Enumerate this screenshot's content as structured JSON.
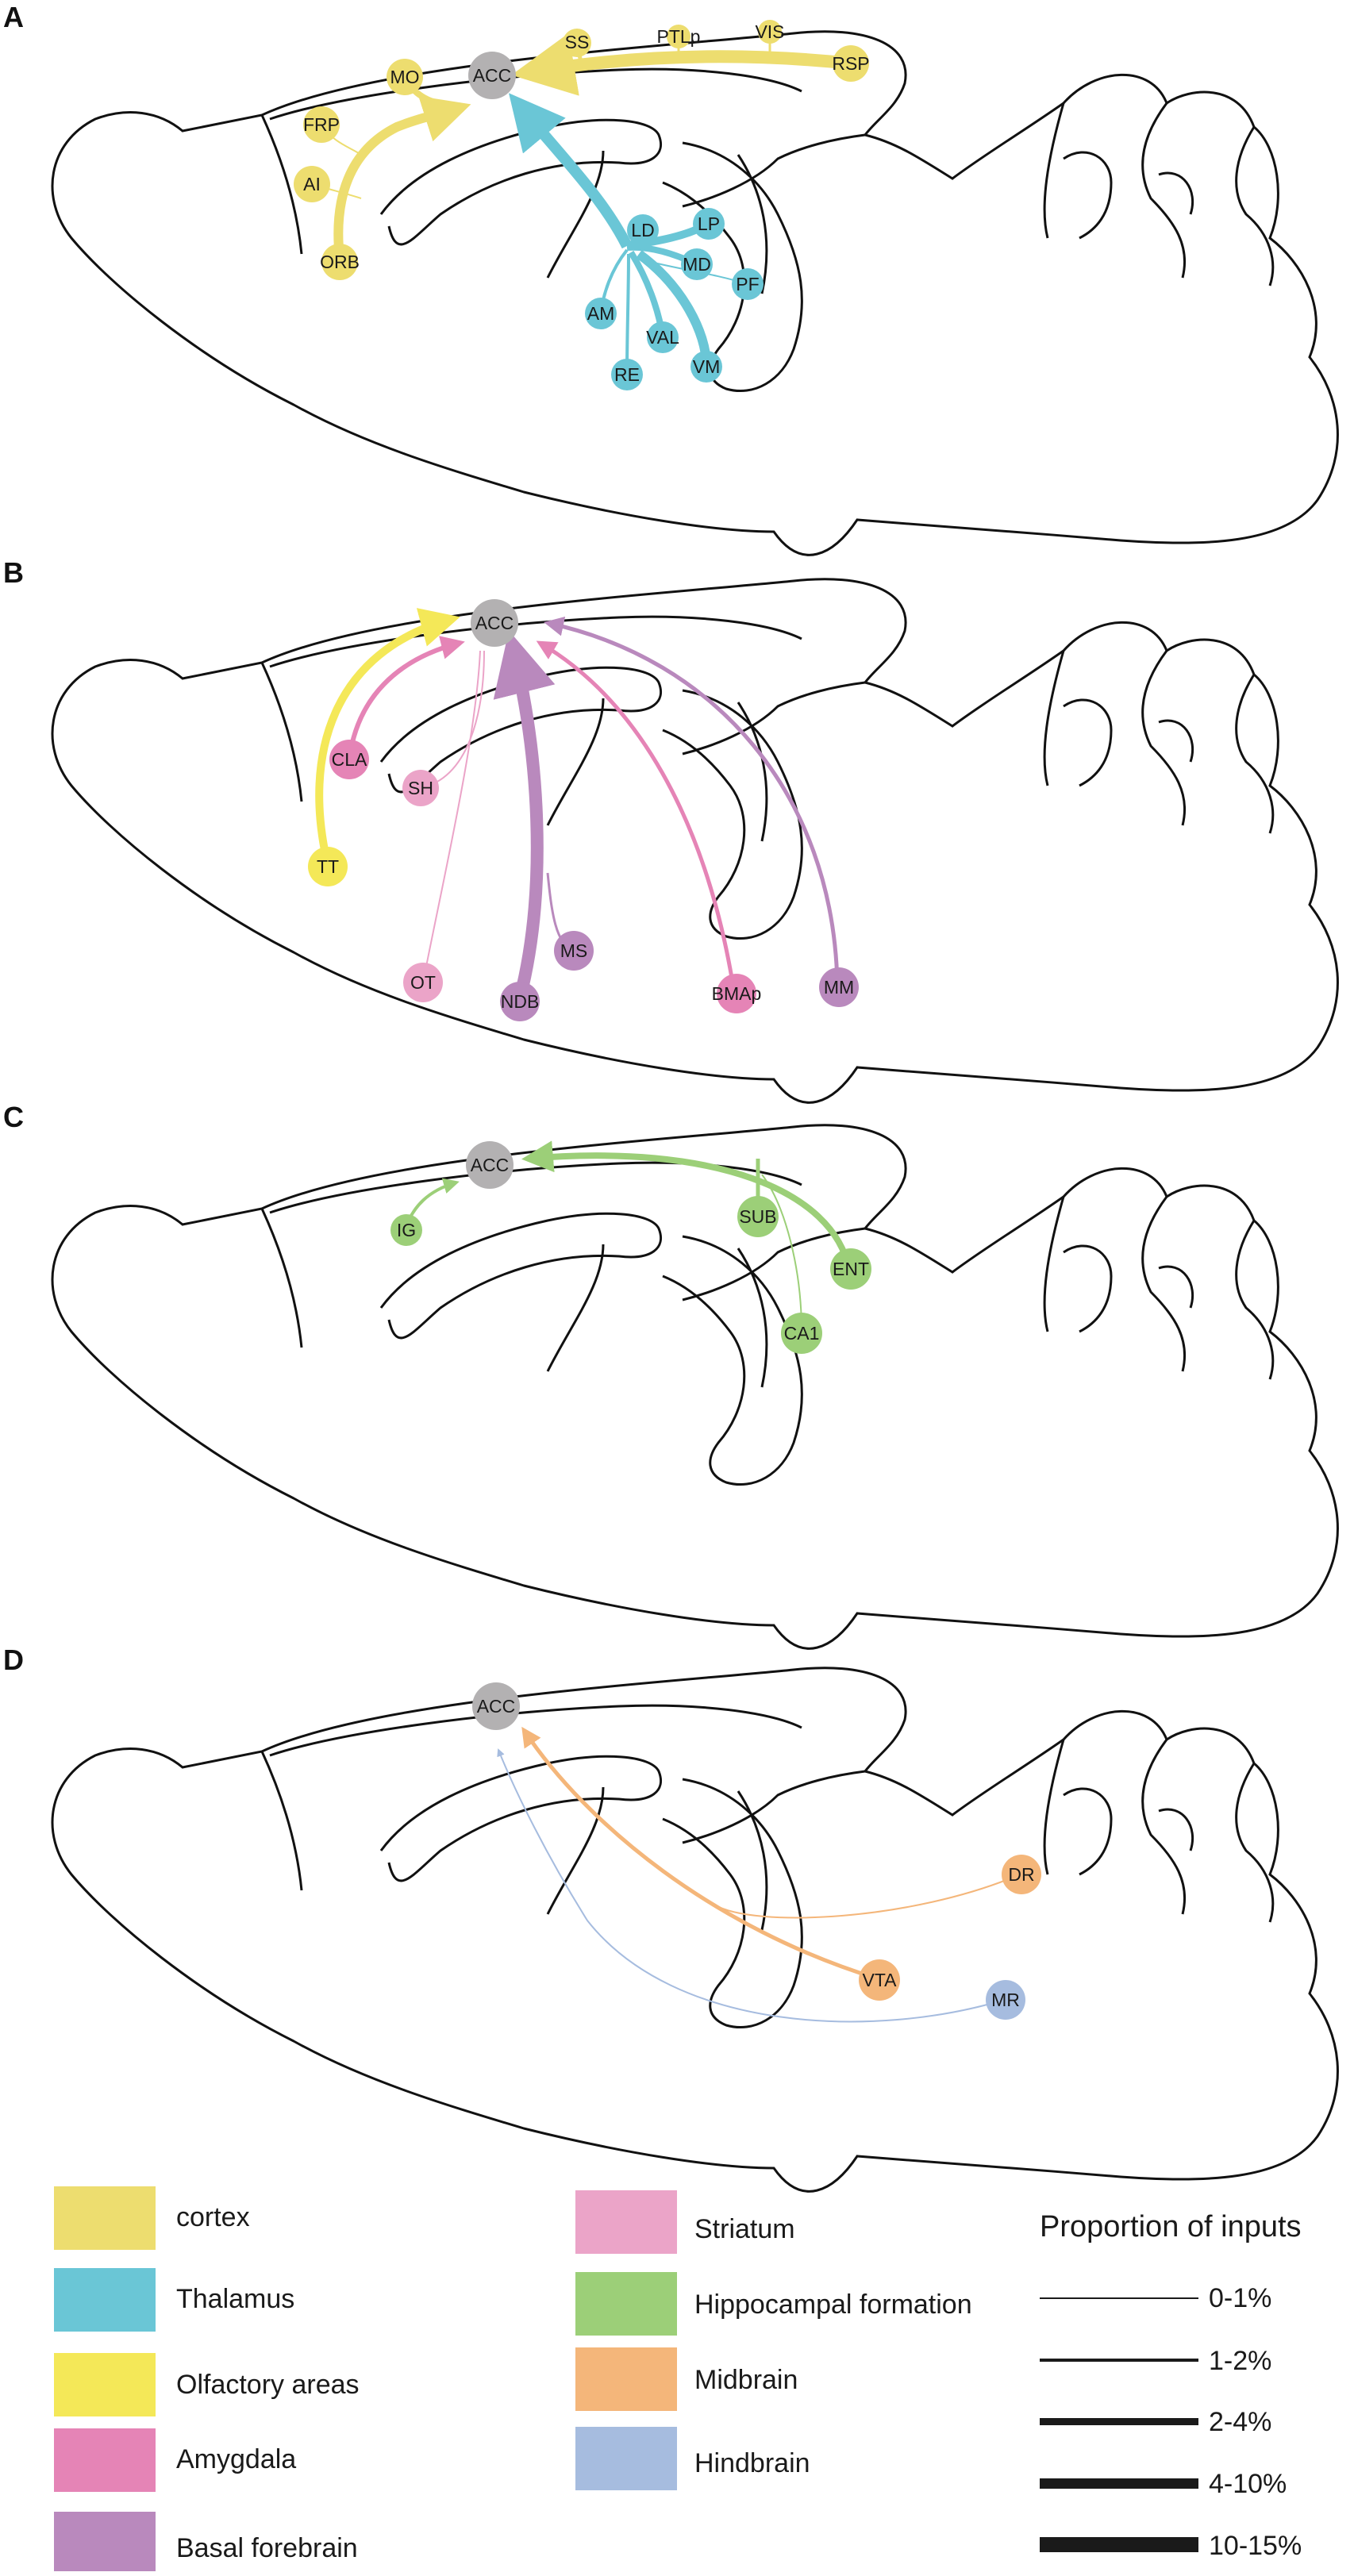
{
  "panels": [
    {
      "letter": "A",
      "target": "ACC",
      "nodes": [
        {
          "label": "MO",
          "group": "cortex"
        },
        {
          "label": "FRP",
          "group": "cortex"
        },
        {
          "label": "AI",
          "group": "cortex"
        },
        {
          "label": "ORB",
          "group": "cortex"
        },
        {
          "label": "SS",
          "group": "cortex"
        },
        {
          "label": "PTLp",
          "group": "cortex"
        },
        {
          "label": "VIS",
          "group": "cortex"
        },
        {
          "label": "RSP",
          "group": "cortex"
        },
        {
          "label": "LD",
          "group": "thalamus"
        },
        {
          "label": "LP",
          "group": "thalamus"
        },
        {
          "label": "MD",
          "group": "thalamus"
        },
        {
          "label": "PF",
          "group": "thalamus"
        },
        {
          "label": "AM",
          "group": "thalamus"
        },
        {
          "label": "VAL",
          "group": "thalamus"
        },
        {
          "label": "RE",
          "group": "thalamus"
        },
        {
          "label": "VM",
          "group": "thalamus"
        }
      ]
    },
    {
      "letter": "B",
      "target": "ACC",
      "nodes": [
        {
          "label": "CLA",
          "group": "amygdala"
        },
        {
          "label": "SH",
          "group": "striatum"
        },
        {
          "label": "TT",
          "group": "olfactory"
        },
        {
          "label": "OT",
          "group": "striatum"
        },
        {
          "label": "NDB",
          "group": "basal_forebrain"
        },
        {
          "label": "MS",
          "group": "basal_forebrain"
        },
        {
          "label": "BMAp",
          "group": "amygdala"
        },
        {
          "label": "MM",
          "group": "basal_forebrain"
        }
      ]
    },
    {
      "letter": "C",
      "target": "ACC",
      "nodes": [
        {
          "label": "IG",
          "group": "hippocampal"
        },
        {
          "label": "SUB",
          "group": "hippocampal"
        },
        {
          "label": "ENT",
          "group": "hippocampal"
        },
        {
          "label": "CA1",
          "group": "hippocampal"
        }
      ]
    },
    {
      "letter": "D",
      "target": "ACC",
      "nodes": [
        {
          "label": "DR",
          "group": "midbrain"
        },
        {
          "label": "VTA",
          "group": "midbrain"
        },
        {
          "label": "MR",
          "group": "hindbrain"
        }
      ]
    }
  ],
  "colors": {
    "cortex": "#eddd6f",
    "thalamus": "#6ac6d6",
    "olfactory": "#f4e858",
    "amygdala": "#e584b6",
    "basal_forebrain": "#b989bd",
    "striatum": "#eba4c8",
    "hippocampal": "#9ccf78",
    "midbrain": "#f4b67a",
    "hindbrain": "#a6bcdf",
    "target": "#b3b1b2",
    "outline": "#111111"
  },
  "legend": {
    "categories": [
      {
        "label": "cortex",
        "color": "#eddd6f"
      },
      {
        "label": "Thalamus",
        "color": "#6ac6d6"
      },
      {
        "label": "Olfactory areas",
        "color": "#f4e858"
      },
      {
        "label": "Amygdala",
        "color": "#e584b6"
      },
      {
        "label": "Basal forebrain",
        "color": "#b989bd"
      },
      {
        "label": "Striatum",
        "color": "#eba4c8"
      },
      {
        "label": "Hippocampal formation",
        "color": "#9ccf78"
      },
      {
        "label": "Midbrain",
        "color": "#f4b67a"
      },
      {
        "label": "Hindbrain",
        "color": "#a6bcdf"
      }
    ],
    "proportion_title": "Proportion of inputs",
    "proportion_items": [
      "0-1%",
      "1-2%",
      "2-4%",
      "4-10%",
      "10-15%"
    ]
  }
}
